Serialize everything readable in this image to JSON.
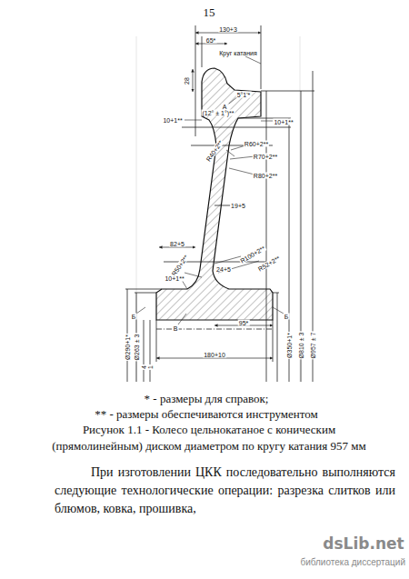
{
  "diagram": {
    "caption": "Рисунок 1.1 - Колесо цельнокатаное с коническим (прямолинейным) диском диаметром по кругу катания 957 мм",
    "labels": [
      "15",
      "130+3",
      "65*",
      "28",
      "Круг катания",
      "А",
      "5°1'*",
      "(12° ± 1°)**",
      "10+1**",
      "10+1**",
      "R40+2**",
      "R60+2**",
      "R70+2**",
      "R80+2**",
      "19+5",
      "82+5",
      "R100+2**",
      "R52+2**",
      "R50+2**",
      "24+5",
      "10+1**",
      "Б",
      "Б",
      "В",
      "95*",
      "180+10",
      "Ø290+1*",
      "Ø263 ± 3",
      "4",
      "1",
      "Ø350+1*",
      "Ø810 ± 3",
      "Ø957 ± 7",
      "* - размеры для справок;",
      "** - размеры обеспечиваются инструментом",
      "При изготовлении ЦКК последовательно выполняются следующие технологические операции: разрезка слитков или блюмов, ковка, прошивка,",
      "dsLib.net",
      "библиотека диссертаций"
    ]
  }
}
